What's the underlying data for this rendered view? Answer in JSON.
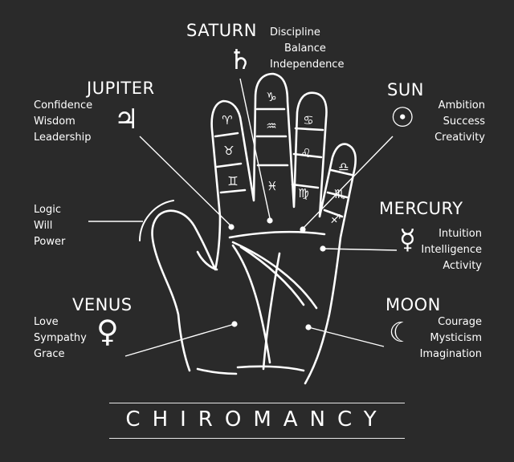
{
  "planets": {
    "saturn": {
      "name": "SATURN",
      "symbol": "♄",
      "traits": [
        "Discipline",
        "Balance",
        "Independence"
      ]
    },
    "jupiter": {
      "name": "JUPITER",
      "symbol": "♃",
      "traits": [
        "Confidence",
        "Wisdom",
        "Leadership"
      ]
    },
    "sun": {
      "name": "SUN",
      "symbol": "☉",
      "traits": [
        "Ambition",
        "Success",
        "Creativity"
      ]
    },
    "mercury": {
      "name": "MERCURY",
      "symbol": "☿",
      "traits": [
        "Intuition",
        "Intelligence",
        "Activity"
      ]
    },
    "venus": {
      "name": "VENUS",
      "symbol": "♀",
      "traits": [
        "Love",
        "Sympathy",
        "Grace"
      ]
    },
    "moon": {
      "name": "MOON",
      "symbol": "☾",
      "traits": [
        "Courage",
        "Mysticism",
        "Imagination"
      ]
    }
  },
  "thumb": {
    "traits": [
      "Logic",
      "Will",
      "Power"
    ]
  },
  "zodiac": {
    "index": [
      "♈",
      "♉",
      "♊"
    ],
    "middle": [
      "♑",
      "♒",
      "♓"
    ],
    "ring": [
      "♋",
      "♌",
      "♍"
    ],
    "little": [
      "♎",
      "♏",
      "♐"
    ]
  },
  "footer": {
    "title": "CHIROMANCY"
  }
}
